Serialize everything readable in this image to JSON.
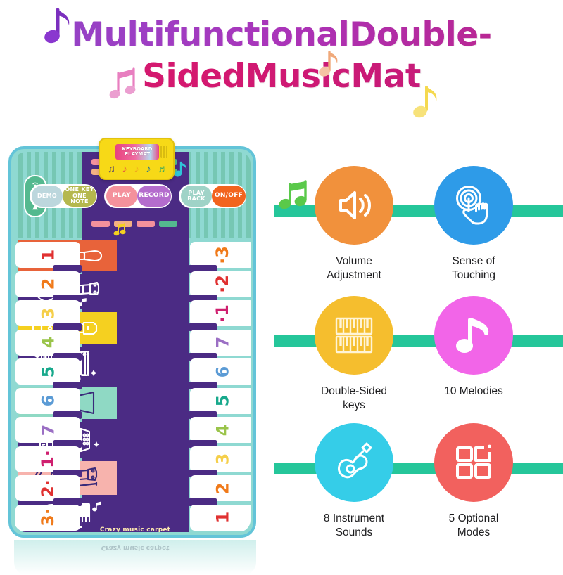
{
  "title": {
    "line1": "MultifunctionalDouble-",
    "line2": "SidedMusicMat"
  },
  "product": {
    "console": {
      "brand": "KEYBOARD PLAYMAT",
      "note_icons": [
        "note-icon-1",
        "note-icon-2",
        "note-icon-3",
        "note-icon-4",
        "note-icon-5"
      ],
      "note_glyphs": [
        "♫",
        "♪",
        "♪",
        "♪",
        "♬"
      ]
    },
    "volume_control": {
      "up_icon": "volume-up-icon",
      "down_icon": "volume-down-icon"
    },
    "buttons": [
      {
        "name": "demo",
        "label": "DEMO",
        "color": "#bcd7dd"
      },
      {
        "name": "one-key-one-note",
        "label": "ONE KEY\nONE NOTE",
        "color": "#b5b84e"
      },
      {
        "name": "play",
        "label": "PLAY",
        "color": "#f4919c"
      },
      {
        "name": "record",
        "label": "RECORD",
        "color": "#b46ccd"
      },
      {
        "name": "play-back",
        "label": "PLAY\nBACK",
        "color": "#9fd3c7"
      },
      {
        "name": "on-off",
        "label": "ON/OFF",
        "color": "#f2641e"
      }
    ],
    "instruments": [
      {
        "name": "flute",
        "bg": "#e8633a",
        "glyph": "flute-icon"
      },
      {
        "name": "guitar",
        "bg": "#4b2b84",
        "glyph": "guitar-icon"
      },
      {
        "name": "clarinet",
        "bg": "#f5d020",
        "glyph": "clarinet-icon"
      },
      {
        "name": "xylophone",
        "bg": "#4b2b84",
        "glyph": "xylophone-icon"
      },
      {
        "name": "trumpet",
        "bg": "#8fd9c4",
        "glyph": "trumpet-icon"
      },
      {
        "name": "accordion",
        "bg": "#4b2b84",
        "glyph": "accordion-icon"
      },
      {
        "name": "violin",
        "bg": "#f7b3ad",
        "glyph": "violin-icon"
      },
      {
        "name": "piano",
        "bg": "#4b2b84",
        "glyph": "piano-icon"
      }
    ],
    "keys_left": [
      {
        "label": "1",
        "color": "#e03131"
      },
      {
        "label": "2",
        "color": "#f07a1a"
      },
      {
        "label": "3",
        "color": "#f5cf4a"
      },
      {
        "label": "4",
        "color": "#9ac44a"
      },
      {
        "label": "5",
        "color": "#18a98c"
      },
      {
        "label": "6",
        "color": "#5b9bd5"
      },
      {
        "label": "7",
        "color": "#9b6fc4"
      },
      {
        "label": "1·",
        "color": "#cf1f6f"
      },
      {
        "label": "2·",
        "color": "#e03131"
      },
      {
        "label": "3·",
        "color": "#f07a1a"
      }
    ],
    "keys_right": [
      {
        "label": "·3",
        "color": "#f07a1a"
      },
      {
        "label": "·2",
        "color": "#e03131"
      },
      {
        "label": "·1",
        "color": "#cf1f6f"
      },
      {
        "label": "7",
        "color": "#9b6fc4"
      },
      {
        "label": "6",
        "color": "#5b9bd5"
      },
      {
        "label": "5",
        "color": "#18a98c"
      },
      {
        "label": "4",
        "color": "#9ac44a"
      },
      {
        "label": "3",
        "color": "#f5cf4a"
      },
      {
        "label": "2",
        "color": "#f07a1a"
      },
      {
        "label": "1",
        "color": "#e03131"
      }
    ],
    "footer_label": "Crazy music carpet",
    "reflection_label": "Crazy music carpet"
  },
  "features": [
    {
      "id": "volume-adjustment",
      "label": "Volume\nAdjustment",
      "color": "#f1913c",
      "icon": "speaker-volume-icon"
    },
    {
      "id": "sense-of-touching",
      "label": "Sense of\nTouching",
      "color": "#2e9be8",
      "icon": "touch-hand-icon"
    },
    {
      "id": "double-sided-keys",
      "label": "Double-Sided\nkeys",
      "color": "#f5be2e",
      "icon": "double-keyboard-icon"
    },
    {
      "id": "ten-melodies",
      "label": "10 Melodies",
      "color": "#f265e8",
      "icon": "music-note-icon"
    },
    {
      "id": "eight-instrument-sounds",
      "label": "8 Instrument\nSounds",
      "color": "#35cde8",
      "icon": "acoustic-guitar-icon"
    },
    {
      "id": "five-optional-modes",
      "label": "5 Optional\nModes",
      "color": "#f2615e",
      "icon": "four-squares-grid-icon"
    }
  ],
  "colors": {
    "connector_bar": "#25c69a",
    "mat_base": "#8fd9d2",
    "mat_border": "#63c4d8",
    "panel_purple": "#4b2b84",
    "console_yellow": "#f7d917",
    "background": "#ffffff"
  }
}
